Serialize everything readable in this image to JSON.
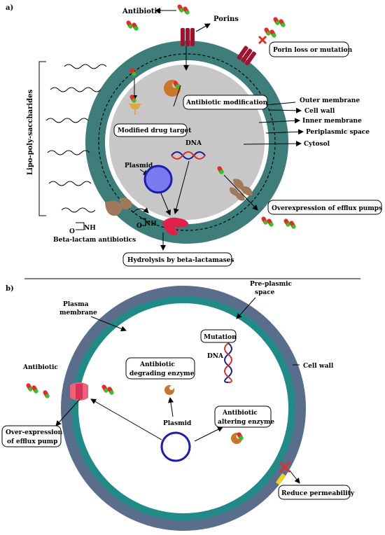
{
  "panel_a": {
    "letter": "a)",
    "antibiotic": "Antibiotic",
    "porins": "Porins",
    "porin_loss": "Porin loss or mutation",
    "lipopolysaccharides": "Lipo-poly-saccharides",
    "antibiotic_modification": "Antibiotic modification",
    "outer_membrane": "Outer membrane",
    "cell_wall": "Cell wall",
    "inner_membrane": "Inner membrane",
    "periplasmic_space": "Periplasmic space",
    "cytosol": "Cytosol",
    "modified_drug_target": "Modified drug target",
    "dna": "DNA",
    "plasmid": "Plasmid",
    "efflux": "Overexpression of efflux pumps",
    "beta_lactam": "Beta-lactam antibiotics",
    "nh": "NH",
    "o": "O",
    "hydrolysis": "Hydrolysis by beta-lactamases"
  },
  "panel_b": {
    "letter": "b)",
    "pre_plasmic_line1": "Pre-plasmic",
    "pre_plasmic_line2": "space",
    "plasma_line1": "Plasma",
    "plasma_line2": "membrane",
    "mutation": "Mutation",
    "dna": "DNA",
    "cell_wall": "Cell wall",
    "antibiotic": "Antibiotic",
    "degrading_line1": "Antibiotic",
    "degrading_line2": "degrading enzyme",
    "plasmid": "Plasmid",
    "altering_line1": "Antibiotic",
    "altering_line2": "altering enzyme",
    "efflux_line1": "Over-expression",
    "efflux_line2": "of efflux pump",
    "reduce": "Reduce permeability"
  },
  "colors": {
    "outer_ring_a": "#3d7d7a",
    "cytosol_a": "#c7c7c7",
    "outer_ring_b": "#5a6e8c",
    "inner_ring_b": "#1f8a86",
    "porin": "#a0122e",
    "efflux_pump": "#a0785a",
    "plasmid_a_fill": "#7b7bf0",
    "plasmid_b_stroke": "#1c1cb0",
    "enzyme": "#e0302c",
    "antibiotic_red": "#e52a2a",
    "antibiotic_green": "#22cc22",
    "enzyme_orange": "#c9762a",
    "reduce_marker": "#f2d21c"
  },
  "icons": [
    "antibiotic-capsule-icon",
    "porin-icon",
    "efflux-pump-icon",
    "plasmid-icon",
    "dna-helix-icon",
    "enzyme-icon",
    "drug-target-icon",
    "block-x-icon"
  ]
}
